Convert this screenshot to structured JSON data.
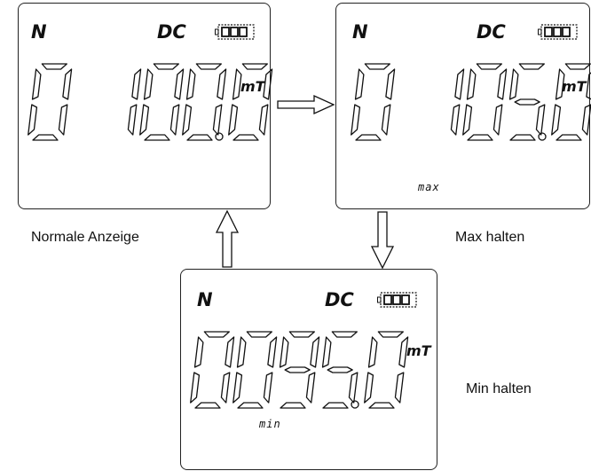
{
  "panels": {
    "normal": {
      "mode": "N",
      "coupling": "DC",
      "reading": "0 100.0",
      "unit": "mT",
      "hold": ""
    },
    "max": {
      "mode": "N",
      "coupling": "DC",
      "reading": "0 105.0",
      "unit": "mT",
      "hold": "max"
    },
    "min": {
      "mode": "N",
      "coupling": "DC",
      "reading": "0095.0",
      "unit": "mT",
      "hold": "min"
    }
  },
  "captions": {
    "normal": "Normale Anzeige",
    "max": "Max halten",
    "min": "Min halten"
  },
  "icons": {
    "battery": "battery-full-icon"
  }
}
